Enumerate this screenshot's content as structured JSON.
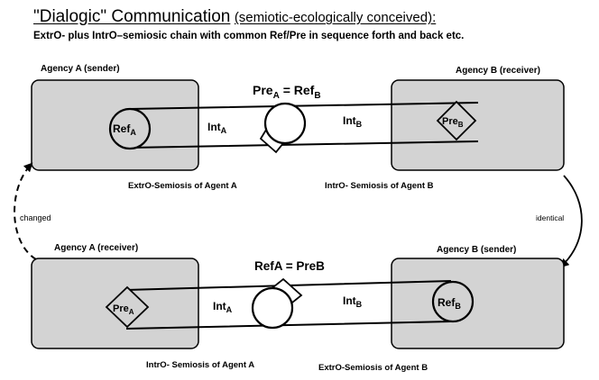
{
  "title": {
    "main": "\"Dialogic\" Communication",
    "sub": "(semiotic-ecologically conceived):"
  },
  "subtitle": "ExtrO- plus IntrO–semiosic chain with common Ref/Pre in sequence forth and back etc.",
  "top": {
    "left_box": "Agency A (sender)",
    "right_box": "Agency B (receiver)",
    "center_label": {
      "a": "Pre",
      "a_sub": "A",
      "eq": " = Ref",
      "b_sub": "B"
    },
    "left_node": {
      "text": "Ref",
      "sub": "A"
    },
    "right_node": {
      "text": "Pre",
      "sub": "B"
    },
    "int_left": {
      "text": "Int",
      "sub": "A"
    },
    "int_right": {
      "text": "Int",
      "sub": "B"
    },
    "caption_left": "ExtrO-Semiosis of Agent A",
    "caption_right": "IntrO- Semiosis of Agent B"
  },
  "bottom": {
    "left_box": "Agency A (receiver)",
    "right_box": "Agency B (sender)",
    "center_label": "RefA = PreB",
    "left_node": {
      "text": "Pre",
      "sub": "A"
    },
    "right_node": {
      "text": "Ref",
      "sub": "B"
    },
    "int_left": {
      "text": "Int",
      "sub": "A"
    },
    "int_right": {
      "text": "Int",
      "sub": "B"
    },
    "caption_left": "IntrO- Semiosis of Agent A",
    "caption_right": "ExtrO-Semiosis of Agent B"
  },
  "side_left": "changed",
  "side_right": "identical",
  "colors": {
    "box_fill": "#d3d3d3",
    "line": "#000000",
    "background": "#ffffff"
  }
}
